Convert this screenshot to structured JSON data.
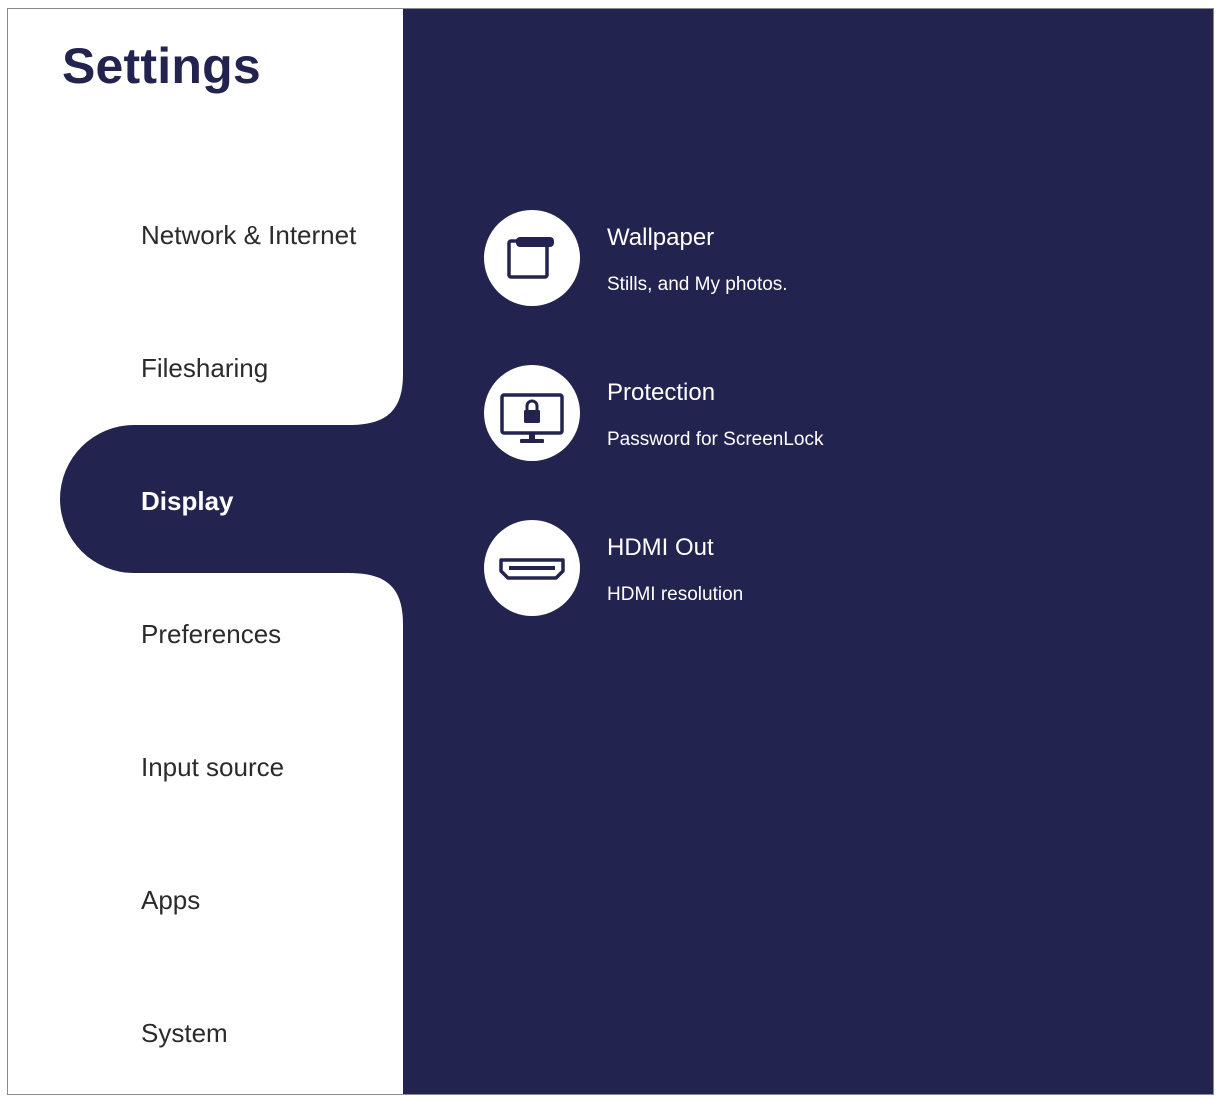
{
  "window": {
    "title": "Settings"
  },
  "sidebar": {
    "items": [
      {
        "label": "Network & Internet",
        "icon": null
      },
      {
        "label": "Filesharing",
        "icon": null
      },
      {
        "label": "Display",
        "icon": null,
        "selected": true
      },
      {
        "label": "Preferences",
        "icon": null
      },
      {
        "label": "Input source",
        "icon": null
      },
      {
        "label": "Apps",
        "icon": null
      },
      {
        "label": "System",
        "icon": null
      }
    ]
  },
  "main": {
    "settings": [
      {
        "title": "Wallpaper",
        "subtitle": "Stills, and My photos.",
        "icon": "wallpaper-icon"
      },
      {
        "title": "Protection",
        "subtitle": "Password for ScreenLock",
        "icon": "monitor-lock-icon"
      },
      {
        "title": "HDMI Out",
        "subtitle": "HDMI resolution",
        "icon": "hdmi-port-icon"
      }
    ]
  },
  "colors": {
    "primary_navy": "#23234f",
    "sidebar_background": "#ffffff",
    "text_dark": "#2b2b2b",
    "text_light": "#ffffff"
  }
}
